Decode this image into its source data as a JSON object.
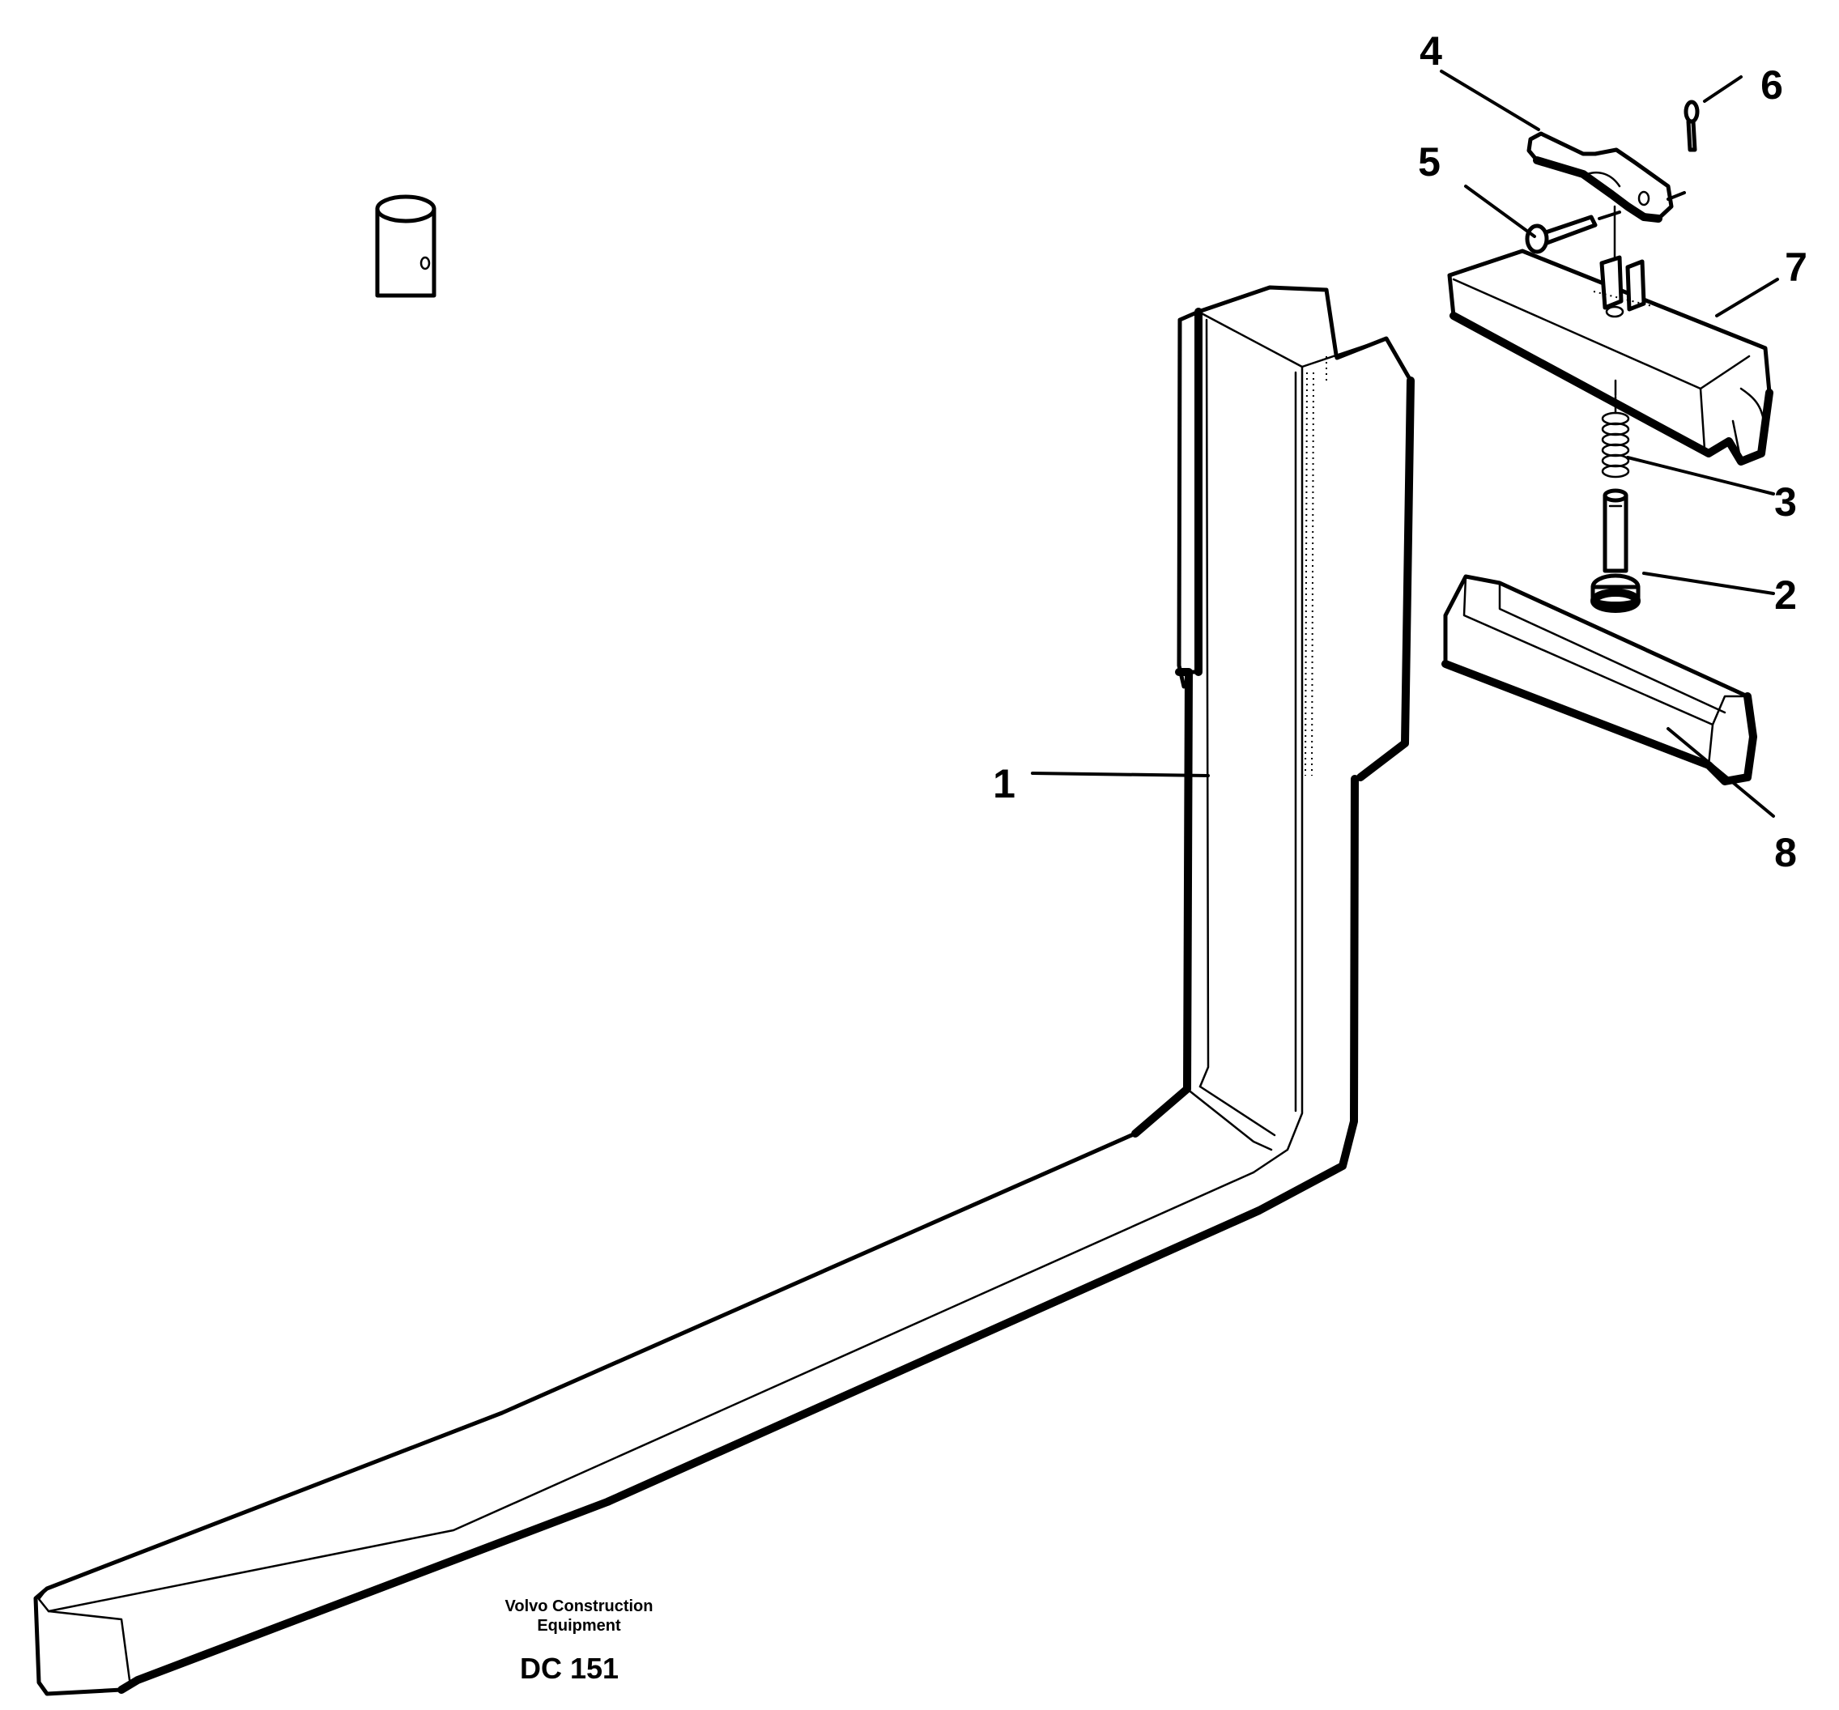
{
  "diagram": {
    "parts": [
      {
        "callout": "1",
        "part": "fork-arm"
      },
      {
        "callout": "2",
        "part": "locking-pin"
      },
      {
        "callout": "3",
        "part": "spring"
      },
      {
        "callout": "4",
        "part": "lever"
      },
      {
        "callout": "5",
        "part": "bolt"
      },
      {
        "callout": "6",
        "part": "cotter-pin"
      },
      {
        "callout": "7",
        "part": "upper-hook"
      },
      {
        "callout": "8",
        "part": "lower-hook"
      }
    ]
  },
  "caption": {
    "line1": "Volvo Construction",
    "line2": "Equipment",
    "code": "DC 151"
  },
  "colors": {
    "ink": "#000000",
    "paper": "#ffffff"
  }
}
